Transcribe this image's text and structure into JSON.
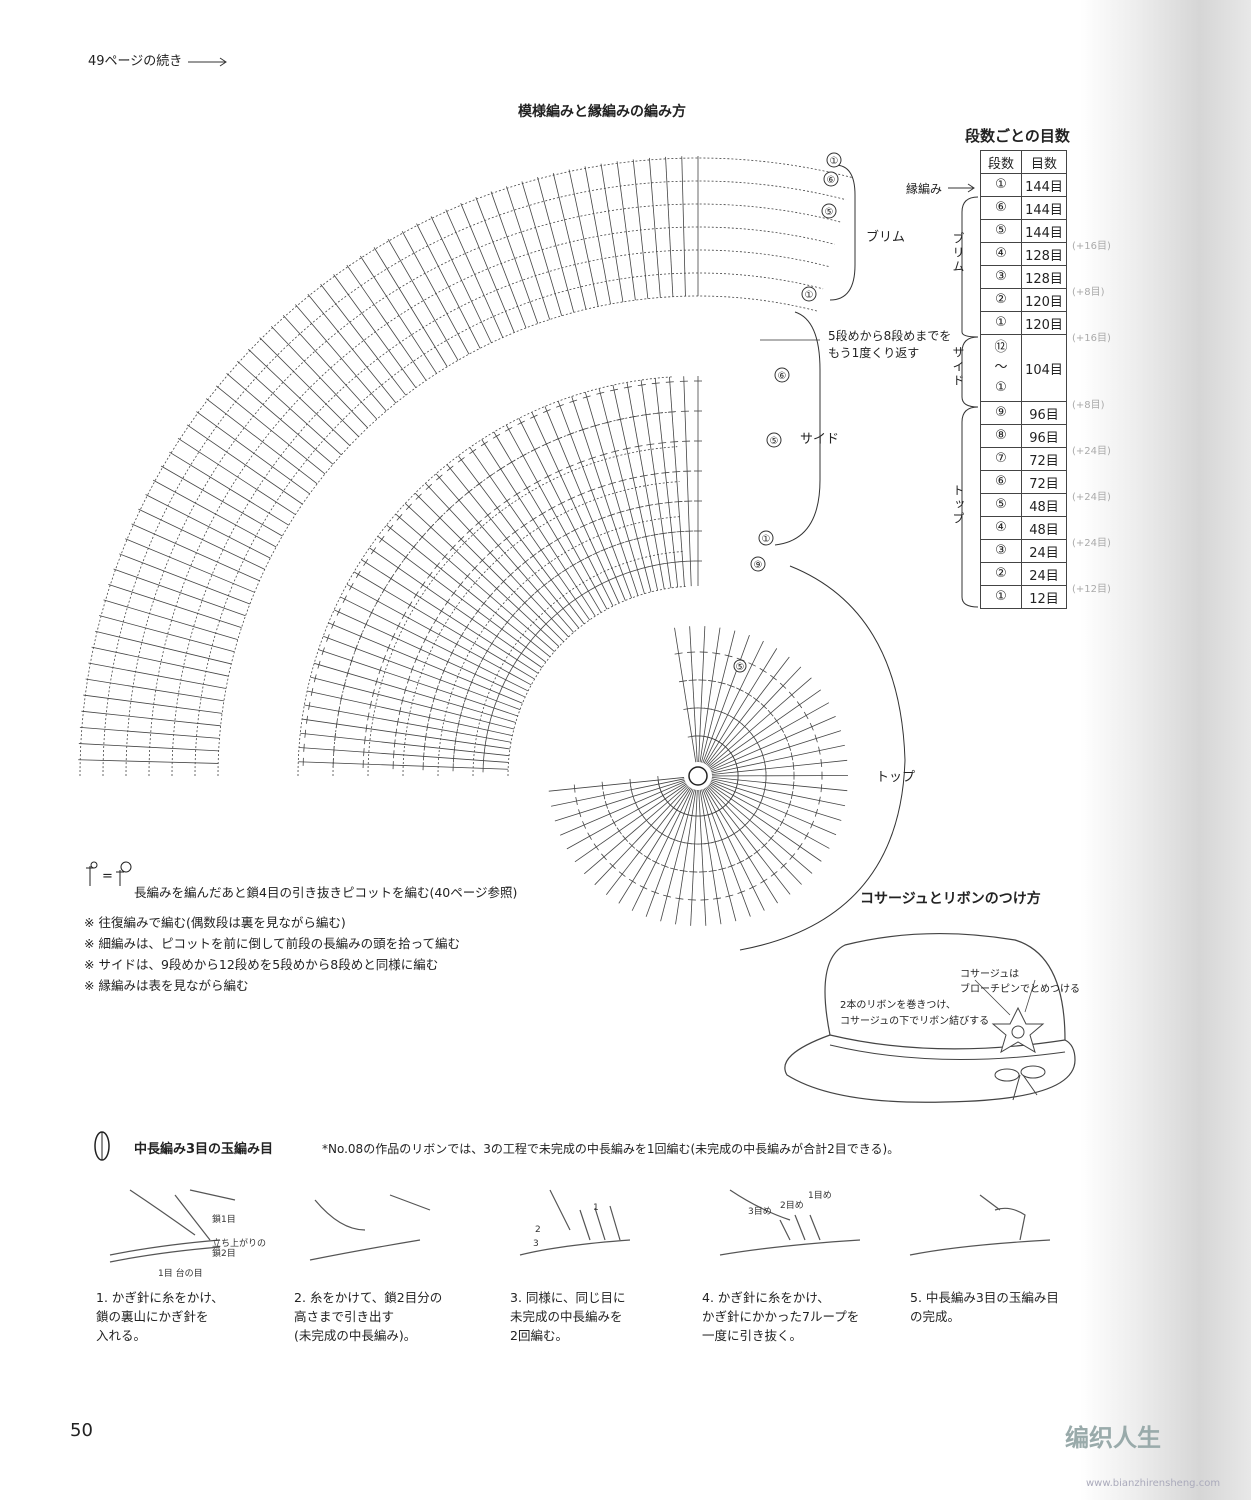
{
  "header": {
    "continued": "49ページの続き"
  },
  "diagram": {
    "title": "模様編みと縁編みの編み方",
    "labels": {
      "brim": "ブリム",
      "side": "サイド",
      "top": "トップ",
      "repeat_note_1": "5段めから8段めまでを",
      "repeat_note_2": "もう1度くり返す"
    },
    "round_markers": {
      "brim": [
        "①",
        "⑥",
        "⑤",
        "①"
      ],
      "side": [
        "⑥",
        "⑤",
        "①"
      ],
      "top": [
        "⑨",
        "⑤"
      ]
    }
  },
  "table": {
    "title": "段数ごとの目数",
    "headers": [
      "段数",
      "目数"
    ],
    "edge_label": "縁編み",
    "sections": {
      "brim": "ブリム",
      "side": "サイド",
      "top": "トップ"
    },
    "rows": [
      {
        "row": "①",
        "count": "144目",
        "delta": ""
      },
      {
        "row": "⑥",
        "count": "144目",
        "delta": ""
      },
      {
        "row": "⑤",
        "count": "144目",
        "delta": "(+16目)"
      },
      {
        "row": "④",
        "count": "128目",
        "delta": ""
      },
      {
        "row": "③",
        "count": "128目",
        "delta": "(+8目)"
      },
      {
        "row": "②",
        "count": "120目",
        "delta": ""
      },
      {
        "row": "①",
        "count": "120目",
        "delta": "(+16目)"
      },
      {
        "row": "⑫\n〜\n①",
        "count": "104目",
        "delta": "(+8目)"
      },
      {
        "row": "⑨",
        "count": "96目",
        "delta": ""
      },
      {
        "row": "⑧",
        "count": "96目",
        "delta": "(+24目)"
      },
      {
        "row": "⑦",
        "count": "72目",
        "delta": ""
      },
      {
        "row": "⑥",
        "count": "72目",
        "delta": "(+24目)"
      },
      {
        "row": "⑤",
        "count": "48目",
        "delta": ""
      },
      {
        "row": "④",
        "count": "48目",
        "delta": "(+24目)"
      },
      {
        "row": "③",
        "count": "24目",
        "delta": ""
      },
      {
        "row": "②",
        "count": "24目",
        "delta": "(+12目)"
      },
      {
        "row": "①",
        "count": "12目",
        "delta": ""
      }
    ]
  },
  "legend": {
    "picot": "長編みを編んだあと鎖4目の引き抜きピコットを編む(40ページ参照)"
  },
  "notes": [
    "※ 往復編みで編む(偶数段は裏を見ながら編む)",
    "※ 細編みは、ピコットを前に倒して前段の長編みの頭を拾って編む",
    "※ サイドは、9段めから12段めを5段めから8段めと同様に編む",
    "※ 縁編みは表を見ながら編む"
  ],
  "corsage": {
    "title": "コサージュとリボンのつけ方",
    "note_pin_1": "コサージュは",
    "note_pin_2": "ブローチピンでとめつける",
    "note_ribbon_1": "2本のリボンを巻きつけ、",
    "note_ribbon_2": "コサージュの下でリボン結びする"
  },
  "puff": {
    "title": "中長編み3目の玉編み目",
    "note": "*No.08の作品のリボンでは、3の工程で未完成の中長編みを1回編む(未完成の中長編みが合計2目できる)。",
    "step1_labels": [
      "鎖1目",
      "立ち上がりの",
      "鎖2目",
      "1目 台の目"
    ],
    "step3_labels": [
      "1",
      "2",
      "3"
    ],
    "step4_labels": [
      "3目め",
      "2目め",
      "1目め"
    ],
    "steps": [
      "1. かぎ針に糸をかけ、\n鎖の裏山にかぎ針を\n入れる。",
      "2. 糸をかけて、鎖2目分の\n高さまで引き出す\n(未完成の中長編み)。",
      "3. 同様に、同じ目に\n未完成の中長編みを\n2回編む。",
      "4. かぎ針に糸をかけ、\nかぎ針にかかった7ループを\n一度に引き抜く。",
      "5. 中長編み3目の玉編み目\nの完成。"
    ]
  },
  "footer": {
    "page": "50",
    "watermark": "编织人生",
    "url": "www.bianzhirensheng.com"
  }
}
